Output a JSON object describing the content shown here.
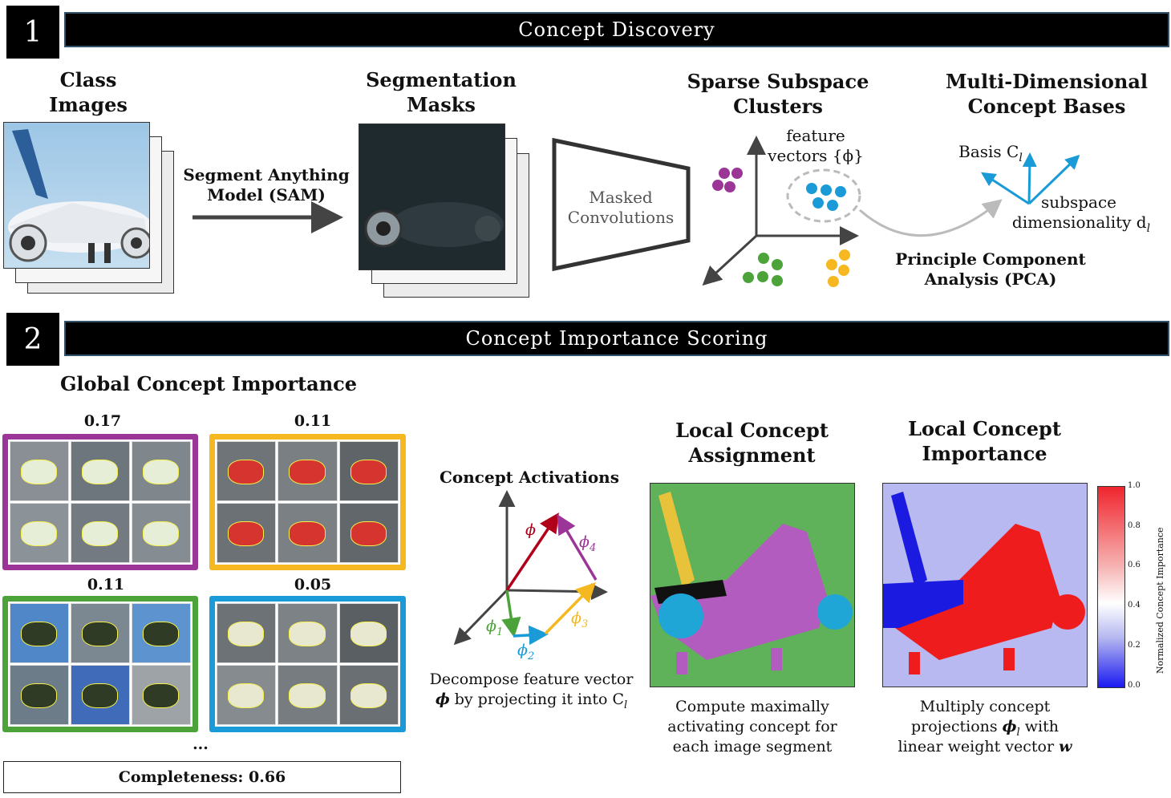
{
  "section1": {
    "number": "1",
    "title": "Concept Discovery"
  },
  "section2": {
    "number": "2",
    "title": "Concept Importance Scoring"
  },
  "discovery": {
    "class_images": "Class\nImages",
    "sam_label": "Segment Anything\nModel (SAM)",
    "segmentation_masks": "Segmentation\nMasks",
    "masked_conv": "Masked\nConvolutions",
    "sparse_subspace": "Sparse Subspace\nClusters",
    "feature_vectors": "feature\nvectors {ϕ}",
    "multi_dim": "Multi-Dimensional\nConcept Bases",
    "basis": "Basis C",
    "basis_sub": "l",
    "subspace": "subspace",
    "dimensionality": "dimensionality d",
    "dim_sub": "l",
    "pca": "Principle Component\nAnalysis (PCA)"
  },
  "importance": {
    "global_title": "Global Concept Importance",
    "groups": [
      {
        "score": "0.17",
        "color": "#9b3597"
      },
      {
        "score": "0.11",
        "color": "#f6b820"
      },
      {
        "score": "0.11",
        "color": "#4ba33a"
      },
      {
        "score": "0.05",
        "color": "#1a9bd7"
      }
    ],
    "ellipsis": "...",
    "completeness": "Completeness: 0.66",
    "activations_title": "Concept Activations",
    "phi": "ϕ",
    "phi1": "ϕ",
    "phi2": "ϕ",
    "phi3": "ϕ",
    "phi4": "ϕ",
    "sub1": "1",
    "sub2": "2",
    "sub3": "3",
    "sub4": "4",
    "decompose_line1": "Decompose feature vector",
    "decompose_line2_a": "ϕ",
    "decompose_line2_b": " by projecting it into C",
    "decompose_sub": "l",
    "local_assign_title": "Local Concept\nAssignment",
    "local_assign_caption": "Compute maximally\nactivating concept for\neach image segment",
    "local_imp_title": "Local Concept\nImportance",
    "local_imp_caption_1": "Multiply concept",
    "local_imp_caption_2a": "projections ",
    "local_imp_caption_2b": "ϕ",
    "local_imp_caption_2c": "l",
    "local_imp_caption_2d": " with",
    "local_imp_caption_3a": "linear weight vector ",
    "local_imp_caption_3b": "w",
    "colorbar_label": "Normalized Concept Importance",
    "colorbar_ticks": [
      "1.0",
      "0.8",
      "0.6",
      "0.4",
      "0.2",
      "0.0"
    ]
  },
  "colors": {
    "purple": "#9b3597",
    "yellow": "#f6b820",
    "green": "#4ba33a",
    "blue": "#1a9bd7",
    "arrow_green": "#4ba33a",
    "arrow_blue": "#1a9bd7",
    "arrow_yellow": "#f6b820",
    "arrow_red": "#b0001a",
    "arrow_purple": "#9b3597"
  }
}
